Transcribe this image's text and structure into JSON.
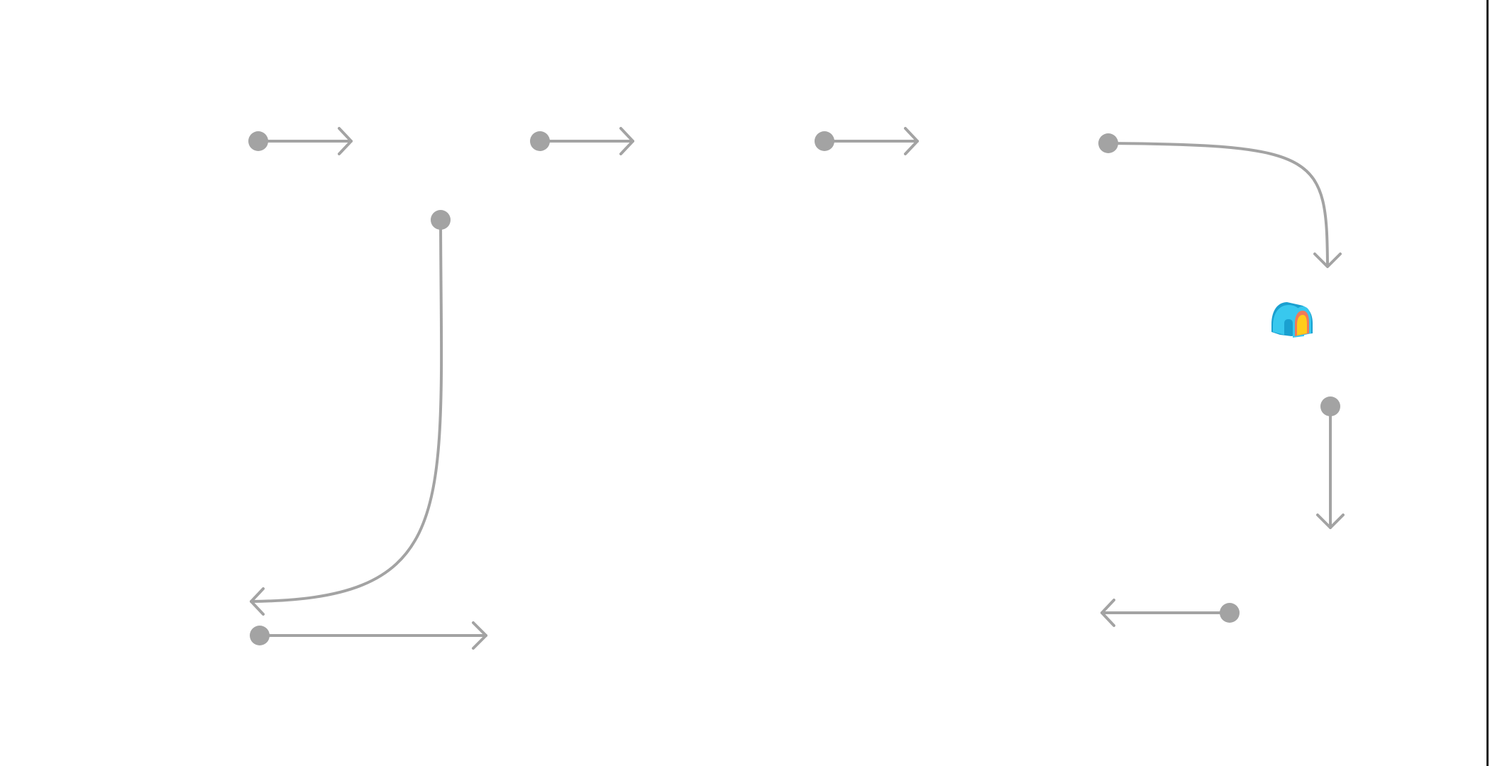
{
  "colors": {
    "background": "#ffffff",
    "connector": "#a3a3a3",
    "tunnel_outer": "#38c8ee",
    "tunnel_shade": "#1aa0d0",
    "tunnel_middle": "#f07a5a",
    "tunnel_inner": "#ffcc1a",
    "edge": "#1a1a1a"
  },
  "icons": {
    "tunnel": "tunnel-icon"
  },
  "connectors": [
    {
      "name": "connector-row1-a",
      "kind": "straight-right"
    },
    {
      "name": "connector-row1-b",
      "kind": "straight-right"
    },
    {
      "name": "connector-row1-c",
      "kind": "straight-right"
    },
    {
      "name": "connector-row1-d",
      "kind": "curve-right-down"
    },
    {
      "name": "connector-left-curve",
      "kind": "curve-down-left"
    },
    {
      "name": "connector-bottom-left",
      "kind": "straight-right"
    },
    {
      "name": "connector-right-vertical",
      "kind": "straight-down"
    },
    {
      "name": "connector-bottom-right",
      "kind": "straight-left"
    }
  ]
}
